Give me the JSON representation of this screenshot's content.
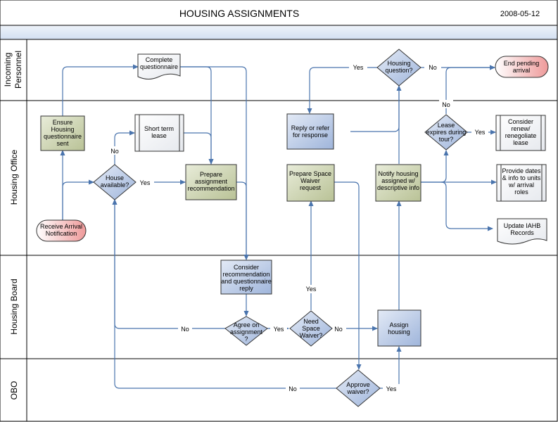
{
  "header": {
    "title": "HOUSING ASSIGNMENTS",
    "date": "2008-05-12"
  },
  "colors": {
    "line": "#4a74ad",
    "lane_border": "#000000",
    "header_fill": "#ffffff",
    "band_fill": "#dfe9f6",
    "shape_stroke": "#333333",
    "blue_fill": "#c2d1e8",
    "green_fill": "#d2d8ba",
    "white_fill": "#ffffff",
    "red_fill": "#f2b8b8"
  },
  "lanes": [
    {
      "id": "incoming",
      "label": [
        "Incoming",
        "Personnel"
      ]
    },
    {
      "id": "office",
      "label": [
        "Housing Office"
      ]
    },
    {
      "id": "board",
      "label": [
        "Housing Board"
      ]
    },
    {
      "id": "obo",
      "label": [
        "OBO"
      ]
    }
  ],
  "nodes": {
    "complete_questionnaire": {
      "lines": [
        "Complete",
        "questionnaire"
      ]
    },
    "housing_question": {
      "lines": [
        "Housing",
        "question?"
      ]
    },
    "end_pending": {
      "lines": [
        "End pending",
        "arrival"
      ]
    },
    "ensure_housing": {
      "lines": [
        "Ensure",
        "Housing",
        "questionnaire",
        "sent"
      ]
    },
    "short_term_lease": {
      "lines": [
        "Short term",
        "lease"
      ]
    },
    "house_available": {
      "lines": [
        "House",
        "available?"
      ]
    },
    "prepare_recommendation": {
      "lines": [
        "Prepare",
        "assignment",
        "recommendation"
      ]
    },
    "receive_arrival": {
      "lines": [
        "Receive Arrival",
        "Notification"
      ]
    },
    "reply_refer": {
      "lines": [
        "Reply or refer",
        "for response"
      ]
    },
    "prepare_waiver": {
      "lines": [
        "Prepare Space",
        "Waiver",
        "request"
      ]
    },
    "notify_housing": {
      "lines": [
        "Notify housing",
        "assigned w/",
        "descriptive info"
      ]
    },
    "lease_expires": {
      "lines": [
        "Lease",
        "expires during",
        "tour?"
      ]
    },
    "consider_renew": {
      "lines": [
        "Consider",
        "renew/",
        "renegoliate",
        "lease"
      ]
    },
    "provide_dates": {
      "lines": [
        "Provide dates",
        "& info to units",
        "w/ arrival",
        "roles"
      ]
    },
    "update_iahb": {
      "lines": [
        "Update IAHB",
        "Records"
      ]
    },
    "consider_recommendation": {
      "lines": [
        "Consider",
        "recommendation",
        "and questionnaire",
        "reply"
      ]
    },
    "agree_assignment": {
      "lines": [
        "Agree on",
        "assignment",
        "?"
      ]
    },
    "need_waiver": {
      "lines": [
        "Need",
        "Space",
        "Waiver?"
      ]
    },
    "assign_housing": {
      "lines": [
        "Assign",
        "housing"
      ]
    },
    "approve_waiver": {
      "lines": [
        "Approve",
        "waiver?"
      ]
    }
  },
  "labels": {
    "yes_housing_question": "Yes",
    "no_housing_question": "No",
    "no_lease": "No",
    "yes_lease": "Yes",
    "no_house": "No",
    "yes_house": "Yes",
    "yes_need_waiver": "Yes",
    "no_need_waiver": "No",
    "no_agree": "No",
    "yes_agree": "Yes",
    "no_approve": "No",
    "yes_approve": "Yes"
  }
}
